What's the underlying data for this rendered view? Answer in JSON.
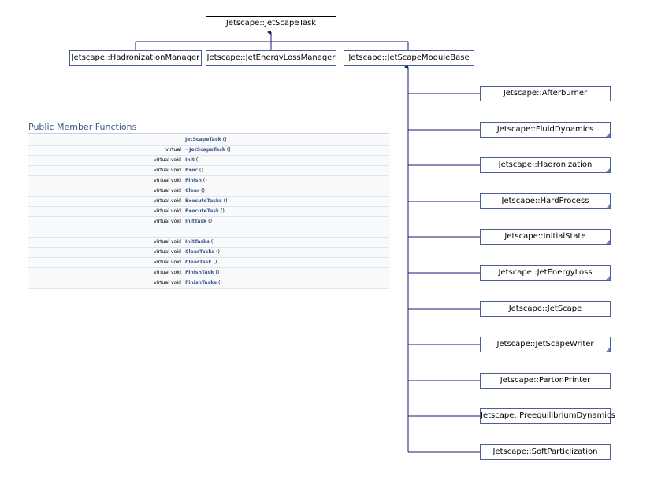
{
  "diagram": {
    "root": "Jetscape::JetScapeTask",
    "derived": [
      "Jetscape::HadronizationManager",
      "Jetscape::JetEnergyLossManager",
      "Jetscape::JetScapeModuleBase"
    ],
    "module_base_children": [
      {
        "label": "Jetscape::Afterburner",
        "has_more": false
      },
      {
        "label": "Jetscape::FluidDynamics",
        "has_more": true
      },
      {
        "label": "Jetscape::Hadronization",
        "has_more": true
      },
      {
        "label": "Jetscape::HardProcess",
        "has_more": true
      },
      {
        "label": "Jetscape::InitialState",
        "has_more": true
      },
      {
        "label": "Jetscape::JetEnergyLoss",
        "has_more": true
      },
      {
        "label": "Jetscape::JetScape",
        "has_more": false
      },
      {
        "label": "Jetscape::JetScapeWriter",
        "has_more": true
      },
      {
        "label": "Jetscape::PartonPrinter",
        "has_more": false
      },
      {
        "label": "Jetscape::PreequilibriumDynamics",
        "has_more": false
      },
      {
        "label": "Jetscape::SoftParticlization",
        "has_more": false
      }
    ],
    "colors": {
      "edge": "#191970",
      "node_border": "#4a5f99",
      "root_border": "#000000"
    }
  },
  "members": {
    "title": "Public Member Functions",
    "rows": [
      {
        "type": "",
        "name": "JetScapeTask",
        "args": " ()"
      },
      {
        "type": "virtual",
        "name": "~JetScapeTask",
        "args": " ()"
      },
      {
        "type": "virtual void",
        "name": "Init",
        "args": " ()"
      },
      {
        "type": "virtual void",
        "name": "Exec",
        "args": " ()"
      },
      {
        "type": "virtual void",
        "name": "Finish",
        "args": " ()"
      },
      {
        "type": "virtual void",
        "name": "Clear",
        "args": " ()"
      },
      {
        "type": "virtual void",
        "name": "ExecuteTasks",
        "args": " ()"
      },
      {
        "type": "virtual void",
        "name": "ExecuteTask",
        "args": " ()"
      },
      {
        "type": "virtual void",
        "name": "InitTask",
        "args": " ()",
        "tall": true
      },
      {
        "type": "virtual void",
        "name": "InitTasks",
        "args": " ()"
      },
      {
        "type": "virtual void",
        "name": "ClearTasks",
        "args": " ()"
      },
      {
        "type": "virtual void",
        "name": "ClearTask",
        "args": " ()"
      },
      {
        "type": "virtual void",
        "name": "FinishTask",
        "args": " ()"
      },
      {
        "type": "virtual void",
        "name": "FinishTasks",
        "args": " ()"
      }
    ],
    "colors": {
      "link": "#3d578c",
      "row_bg": "#f9fafc",
      "title": "#3d578c"
    }
  }
}
